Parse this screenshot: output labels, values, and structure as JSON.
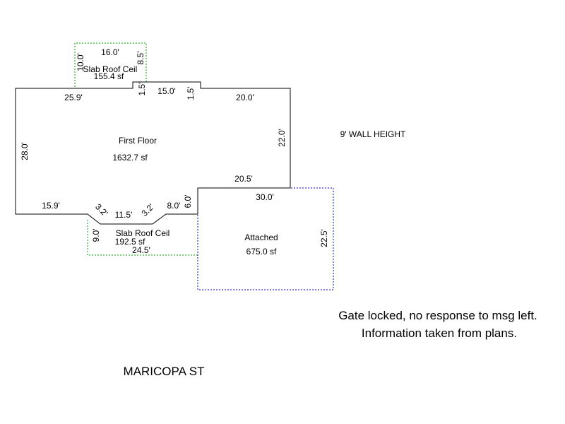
{
  "areas": {
    "first_floor": {
      "name": "First Floor",
      "area": "1632.7 sf",
      "color": "#000000"
    },
    "slab_top": {
      "name": "Slab Roof Ceil",
      "area": "155.4 sf",
      "color": "#00a000"
    },
    "slab_bottom": {
      "name": "Slab Roof Ceil",
      "area": "192.5 sf",
      "color": "#00a000"
    },
    "attached": {
      "name": "Attached",
      "area": "675.0 sf",
      "color": "#0000c0"
    }
  },
  "dimensions": {
    "slab_top_width": "16.0'",
    "slab_top_left": "10.0'",
    "slab_top_right": "8.5'",
    "ff_top_left": "25.9'",
    "ff_step_left": "1.5'",
    "ff_step_top": "15.0'",
    "ff_step_right": "1.5'",
    "ff_top_right": "20.0'",
    "ff_right": "22.0'",
    "ff_left": "28.0'",
    "ff_inner_bottom": "20.5'",
    "ff_bottom_left": "15.9'",
    "ff_diag_left": "3.2'",
    "ff_notch_bottom": "11.5'",
    "ff_diag_right": "3.2'",
    "ff_bottom_right": "8.0'",
    "ff_inner_right": "6.0'",
    "attached_top": "30.0'",
    "attached_right": "22.5'",
    "slab_bottom_left": "9.0'",
    "slab_bottom_width": "24.5'"
  },
  "notes": {
    "wall_height": "9' WALL HEIGHT",
    "note_line1": "Gate locked, no response to msg left.",
    "note_line2": "Information taken from plans."
  },
  "street": "MARICOPA ST"
}
